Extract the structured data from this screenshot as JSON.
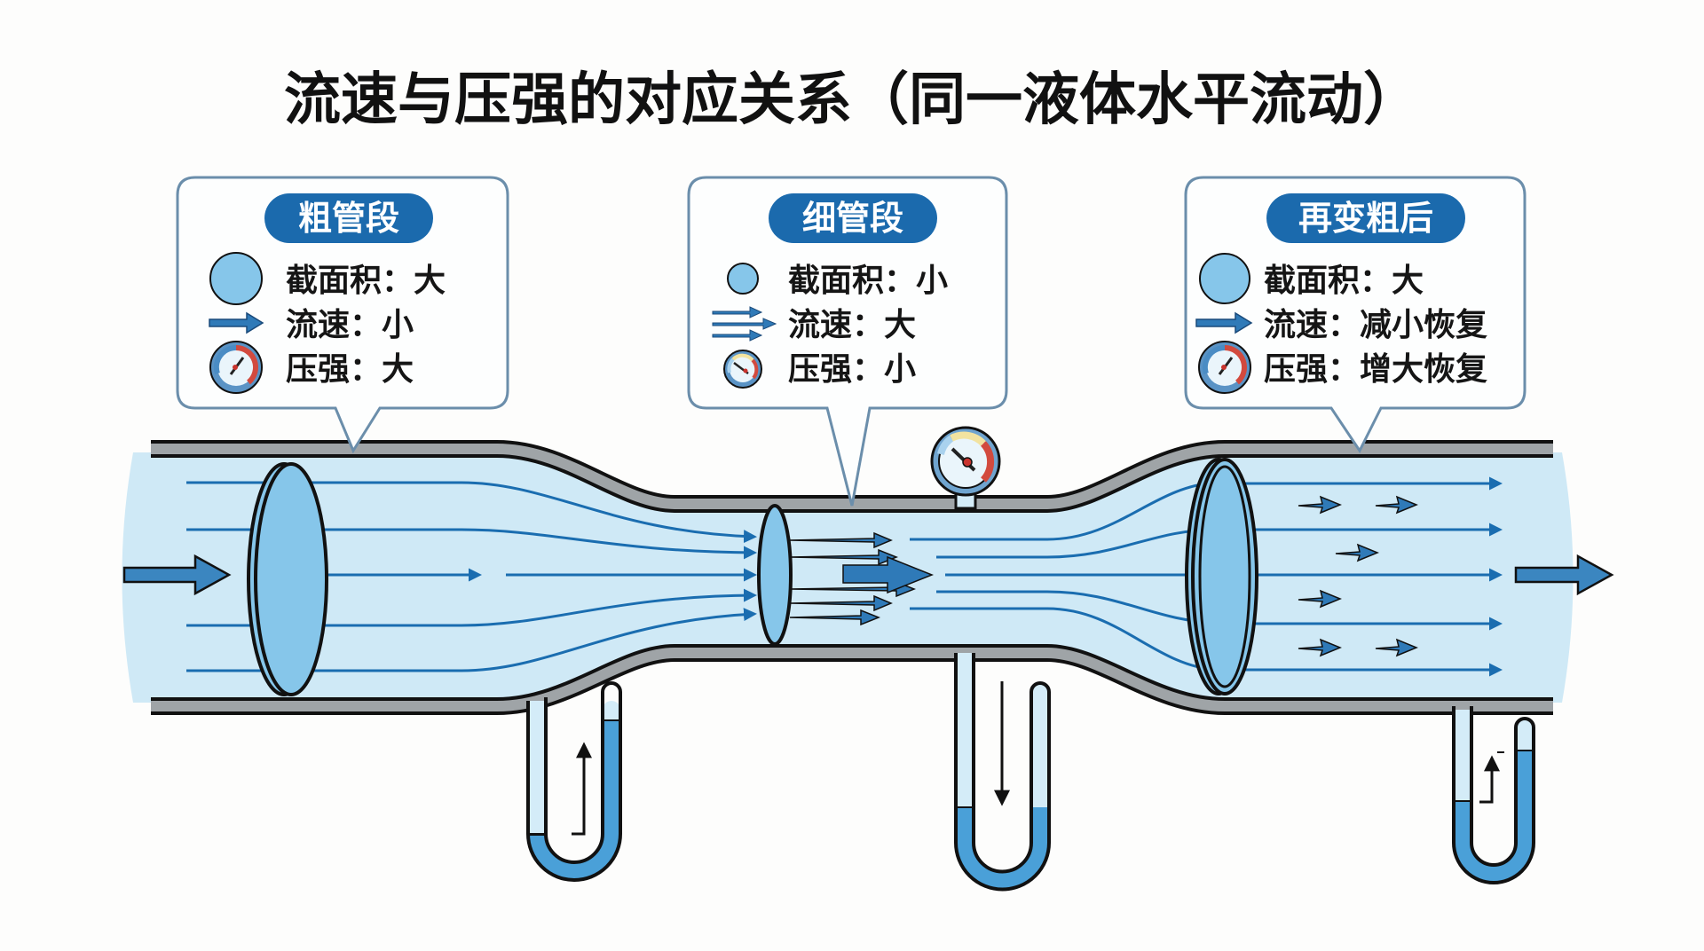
{
  "title": "流速与压强的对应关系（同一液体水平流动）",
  "colors": {
    "badge": "#1b6aad",
    "callout_border": "#6b8eab",
    "fluid": "#cfe9f6",
    "cross_section": "#86c6ea",
    "streamline": "#1a6db0",
    "arrow_fill": "#3b86c0",
    "pipe_wall": "#9fa4a7",
    "manometer_liquid": "#4aa0d8",
    "manometer_empty": "#d4ecf8",
    "gauge_red": "#d24a3e",
    "gauge_yellow": "#f2e3a0",
    "gauge_blue": "#a9d2ee"
  },
  "callouts": [
    {
      "id": "wide",
      "badge": "粗管段",
      "rows": [
        {
          "icon": "cross-section-large-icon",
          "label": "截面积",
          "sep": "：",
          "value": "大"
        },
        {
          "icon": "flow-arrow-single-icon",
          "label": "流速",
          "sep": "：",
          "value": "小"
        },
        {
          "icon": "pressure-gauge-high-icon",
          "label": "压强",
          "sep": "：",
          "value": "大"
        }
      ]
    },
    {
      "id": "narrow",
      "badge": "细管段",
      "rows": [
        {
          "icon": "cross-section-small-icon",
          "label": "截面积",
          "sep": "：",
          "value": "小"
        },
        {
          "icon": "flow-arrow-triple-icon",
          "label": "流速",
          "sep": "：",
          "value": "大"
        },
        {
          "icon": "pressure-gauge-low-icon",
          "label": "压强",
          "sep": "：",
          "value": "小"
        }
      ]
    },
    {
      "id": "wide-again",
      "badge": "再变粗后",
      "rows": [
        {
          "icon": "cross-section-large-icon",
          "label": "截面积",
          "sep": "：",
          "value": "大"
        },
        {
          "icon": "flow-arrow-single-icon",
          "label": "流速",
          "sep": "：",
          "value": "减小恢复"
        },
        {
          "icon": "pressure-gauge-high-icon",
          "label": "压强",
          "sep": "：",
          "value": "增大恢复"
        }
      ]
    }
  ],
  "manometers": [
    {
      "section": "wide",
      "level_trend": "rise",
      "left_fill": 0.17,
      "right_fill": 0.8
    },
    {
      "section": "narrow",
      "level_trend": "fall",
      "left_fill": 0.4,
      "right_fill": 0.4
    },
    {
      "section": "wide-again",
      "level_trend": "rise",
      "left_fill": 0.4,
      "right_fill": 0.8
    }
  ],
  "gauge": {
    "section": "narrow",
    "reading": "low"
  }
}
